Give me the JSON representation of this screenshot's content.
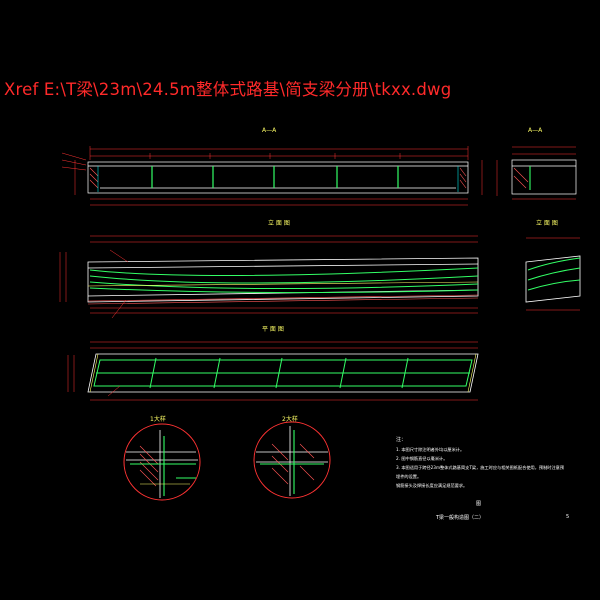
{
  "xref_text": "Xref E:\\T梁\\23m\\24.5m整体式路基\\简支梁分册\\tkxx.dwg",
  "views": {
    "section_aa": "A—A",
    "section_aa_right": "A—A",
    "elevation": "立 面 图",
    "elevation_right": "立 面 图",
    "plan": "平 面 图",
    "detail_1": "1大样",
    "detail_2": "2大样"
  },
  "notes": {
    "heading": "注：",
    "items": [
      "1. 本图尺寸除注明者外均以厘米计。",
      "2. 图中钢筋直径以毫米计。",
      "3. 本图适用于跨径23m整体式路基简支T梁，施工时应与相关图纸配合使用，预制时注意预埋件的设置。",
      "   钢筋接头及焊接长度应满足规范要求。"
    ]
  },
  "footer": {
    "title": "T梁一般构造图（二）",
    "mark": "图",
    "page": "5"
  },
  "colors": {
    "background": "#000000",
    "xref": "#ff2a2a",
    "outline": "#ffffff",
    "dimension": "#ff3333",
    "rebar": "#33ff66",
    "hatch": "#ff5555",
    "cyan": "#00e5e5",
    "yellow": "#ffff66"
  }
}
